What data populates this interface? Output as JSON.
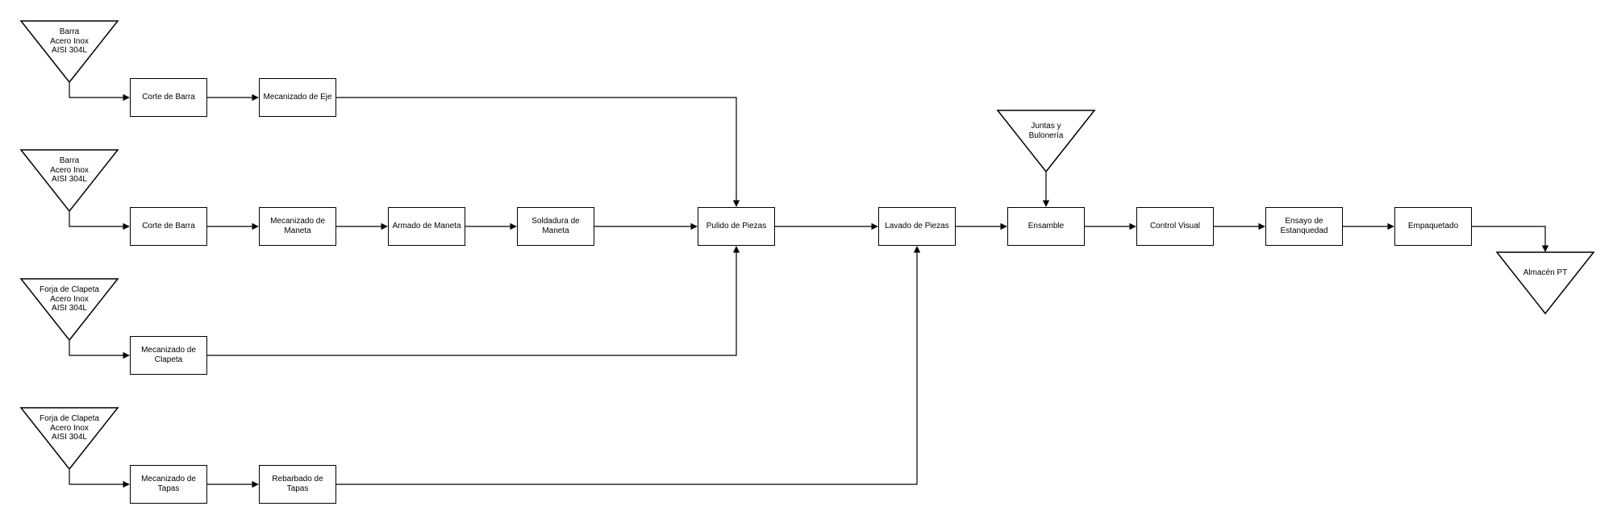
{
  "sources": {
    "barra_1": "Barra\nAcero Inox\nAISI 304L",
    "barra_2": "Barra\nAcero Inox\nAISI 304L",
    "forja_1": "Forja de Clapeta\nAcero Inox\nAISI 304L",
    "forja_2": "Forja de Clapeta\nAcero Inox\nAISI 304L",
    "juntas": "Juntas y\nBulonería"
  },
  "sink": {
    "almacen": "Almacén PT"
  },
  "processes": {
    "corte_barra_1": "Corte de Barra",
    "mecanizado_eje": "Mecanizado de Eje",
    "corte_barra_2": "Corte de Barra",
    "mecanizado_maneta": "Mecanizado de\nManeta",
    "armado_maneta": "Armado de Maneta",
    "soldadura_maneta": "Soldadura de\nManeta",
    "mecanizado_clapeta": "Mecanizado de\nClapeta",
    "mecanizado_tapas": "Mecanizado de\nTapas",
    "rebarbado_tapas": "Rebarbado de\nTapas",
    "pulido_piezas": "Pulido de Piezas",
    "lavado_piezas": "Lavado de Piezas",
    "ensamble": "Ensamble",
    "control_visual": "Control Visual",
    "ensayo_estanquedad": "Ensayo de\nEstanquedad",
    "empaquetado": "Empaquetado"
  },
  "connections": [
    [
      "barra_1",
      "corte_barra_1"
    ],
    [
      "corte_barra_1",
      "mecanizado_eje"
    ],
    [
      "mecanizado_eje",
      "pulido_piezas"
    ],
    [
      "barra_2",
      "corte_barra_2"
    ],
    [
      "corte_barra_2",
      "mecanizado_maneta"
    ],
    [
      "mecanizado_maneta",
      "armado_maneta"
    ],
    [
      "armado_maneta",
      "soldadura_maneta"
    ],
    [
      "soldadura_maneta",
      "pulido_piezas"
    ],
    [
      "forja_1",
      "mecanizado_clapeta"
    ],
    [
      "mecanizado_clapeta",
      "pulido_piezas"
    ],
    [
      "forja_2",
      "mecanizado_tapas"
    ],
    [
      "mecanizado_tapas",
      "rebarbado_tapas"
    ],
    [
      "rebarbado_tapas",
      "lavado_piezas"
    ],
    [
      "pulido_piezas",
      "lavado_piezas"
    ],
    [
      "lavado_piezas",
      "ensamble"
    ],
    [
      "juntas",
      "ensamble"
    ],
    [
      "ensamble",
      "control_visual"
    ],
    [
      "control_visual",
      "ensayo_estanquedad"
    ],
    [
      "ensayo_estanquedad",
      "empaquetado"
    ],
    [
      "empaquetado",
      "almacen"
    ]
  ]
}
